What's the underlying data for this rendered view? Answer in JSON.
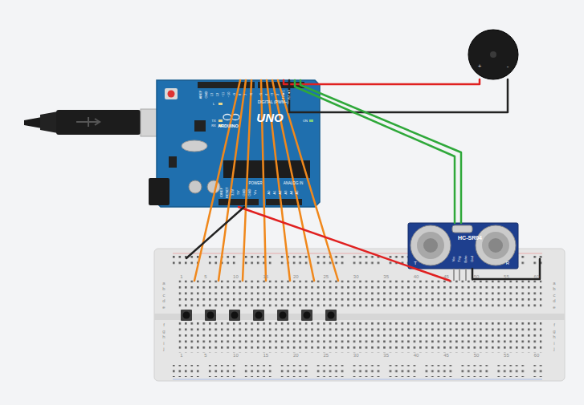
{
  "diagram": {
    "nodes": [
      {
        "text": [
          "UNO",
          "ARDUINO",
          "DIGITAL (PWM~)",
          "POWER",
          "ANALOG IN",
          "TX",
          "RX",
          "L",
          "ON",
          "AREF",
          "GND",
          "13",
          "12",
          "~11",
          "~10",
          "~9",
          "8",
          "7",
          "~6",
          "~5",
          "4",
          "~3",
          "2",
          "TX►1",
          "RX◄0",
          "IOREF",
          "RESET",
          "3.3V",
          "5V",
          "GND",
          "GND",
          "Vin",
          "A0",
          "A1",
          "A2",
          "A3",
          "A4",
          "A5"
        ]
      },
      {
        "text": [
          "+",
          "-"
        ]
      },
      {
        "text": [
          "HC-SR04",
          "T",
          "R",
          "Vcc",
          "Trig",
          "Echo",
          "Gnd"
        ]
      },
      {
        "text": [
          "1",
          "5",
          "10",
          "15",
          "20",
          "25",
          "30",
          "35",
          "40",
          "45",
          "50",
          "55",
          "60",
          "1",
          "5",
          "10",
          "15",
          "20",
          "25",
          "30",
          "35",
          "40",
          "45",
          "50",
          "55",
          "60",
          "a",
          "b",
          "c",
          "d",
          "e",
          "f",
          "g",
          "h",
          "i",
          "j",
          "a",
          "b",
          "c",
          "d",
          "e",
          "f",
          "g",
          "h",
          "i",
          "j"
        ]
      }
    ],
    "edges": [
      {
        "from": 0,
        "to": 3,
        "arrow": "none"
      },
      {
        "from": 0,
        "to": 3,
        "arrow": "none"
      },
      {
        "from": 0,
        "to": 3,
        "arrow": "none"
      },
      {
        "from": 0,
        "to": 3,
        "arrow": "none"
      },
      {
        "from": 0,
        "to": 3,
        "arrow": "none"
      },
      {
        "from": 0,
        "to": 3,
        "arrow": "none"
      },
      {
        "from": 0,
        "to": 3,
        "arrow": "none"
      },
      {
        "from": 0,
        "to": 3,
        "arrow": "none"
      },
      {
        "from": 0,
        "to": 3,
        "arrow": "none"
      },
      {
        "from": 0,
        "to": 1,
        "arrow": "none"
      },
      {
        "from": 0,
        "to": 1,
        "arrow": "none"
      },
      {
        "from": 0,
        "to": 2,
        "arrow": "none"
      },
      {
        "from": 0,
        "to": 2,
        "arrow": "none"
      },
      {
        "from": 2,
        "to": 3,
        "arrow": "none"
      }
    ]
  }
}
